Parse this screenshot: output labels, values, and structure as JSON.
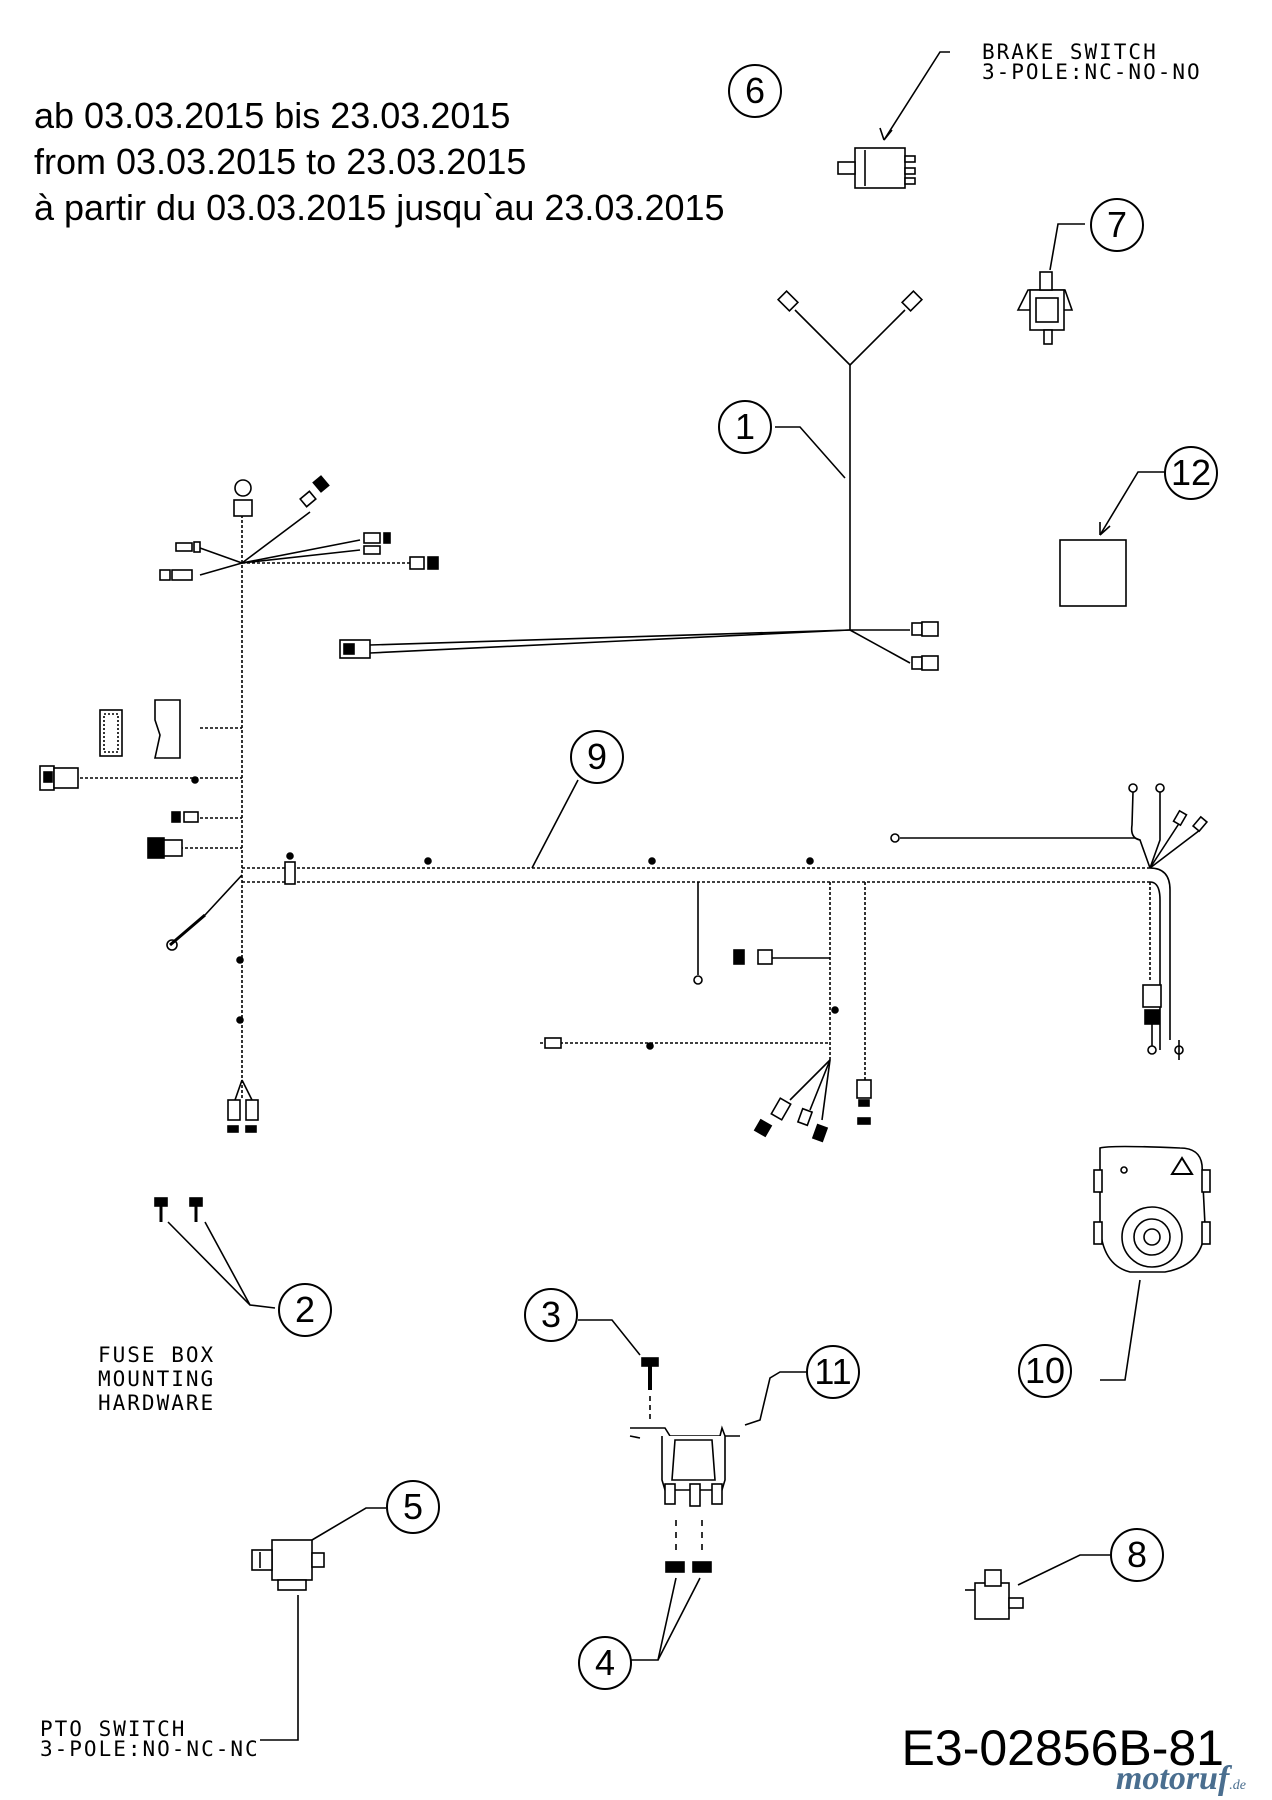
{
  "header": {
    "line_de": "ab 03.03.2015 bis 23.03.2015",
    "line_en": "from 03.03.2015 to 23.03.2015",
    "line_fr": "à partir du 03.03.2015 jusqu`au 23.03.2015"
  },
  "labels": {
    "brake_switch_1": "BRAKE SWITCH",
    "brake_switch_2": "3-POLE:NC-NO-NO",
    "fuse_box_1": "FUSE BOX",
    "fuse_box_2": "MOUNTING",
    "fuse_box_3": "HARDWARE",
    "pto_switch_1": "PTO SWITCH",
    "pto_switch_2": "3-POLE:NO-NC-NC"
  },
  "callouts": [
    "1",
    "2",
    "3",
    "4",
    "5",
    "6",
    "7",
    "8",
    "9",
    "10",
    "11",
    "12"
  ],
  "drawing_code": "E3-02856B-81",
  "watermark": {
    "name": "motoruf",
    "suffix": ".de"
  }
}
